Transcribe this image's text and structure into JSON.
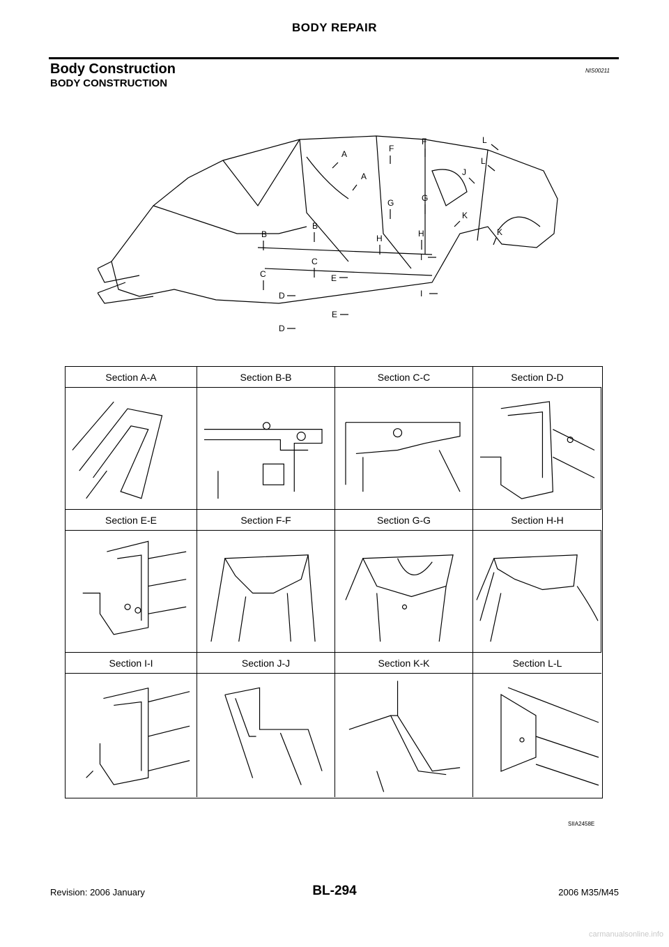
{
  "header": {
    "title": "BODY REPAIR"
  },
  "section": {
    "title": "Body Construction",
    "ref_code": "NIS00211",
    "subtitle": "BODY CONSTRUCTION"
  },
  "diagram": {
    "callouts": [
      "A",
      "A",
      "F",
      "F",
      "L",
      "L",
      "J",
      "G",
      "G",
      "B",
      "B",
      "K",
      "K",
      "H",
      "H",
      "C",
      "C",
      "I",
      "I",
      "E",
      "E",
      "D",
      "D"
    ]
  },
  "sections": [
    "Section A-A",
    "Section B-B",
    "Section C-C",
    "Section D-D",
    "Section E-E",
    "Section F-F",
    "Section G-G",
    "Section H-H",
    "Section I-I",
    "Section J-J",
    "Section K-K",
    "Section L-L"
  ],
  "figure_code": "SIIA2458E",
  "footer": {
    "revision": "Revision: 2006 January",
    "page": "BL-294",
    "model": "2006 M35/M45"
  },
  "watermark": "carmanualsonline.info"
}
